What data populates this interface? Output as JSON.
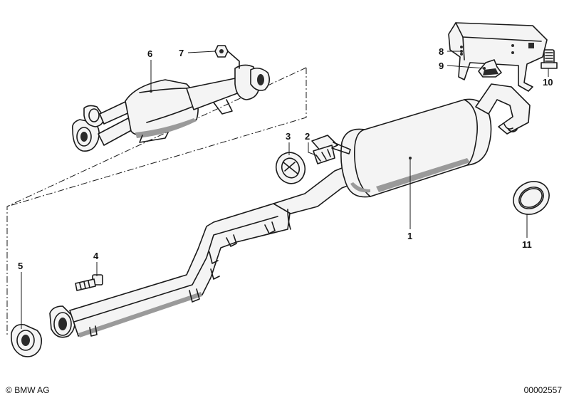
{
  "callouts": [
    {
      "id": "1",
      "label": "1"
    },
    {
      "id": "2",
      "label": "2"
    },
    {
      "id": "3",
      "label": "3"
    },
    {
      "id": "4",
      "label": "4"
    },
    {
      "id": "5",
      "label": "5"
    },
    {
      "id": "6",
      "label": "6"
    },
    {
      "id": "7",
      "label": "7"
    },
    {
      "id": "8",
      "label": "8"
    },
    {
      "id": "9",
      "label": "9"
    },
    {
      "id": "10",
      "label": "10"
    },
    {
      "id": "11",
      "label": "11"
    }
  ],
  "footer": {
    "copyright_symbol": "©",
    "brand": "BMW AG",
    "document_number": "00002557"
  }
}
